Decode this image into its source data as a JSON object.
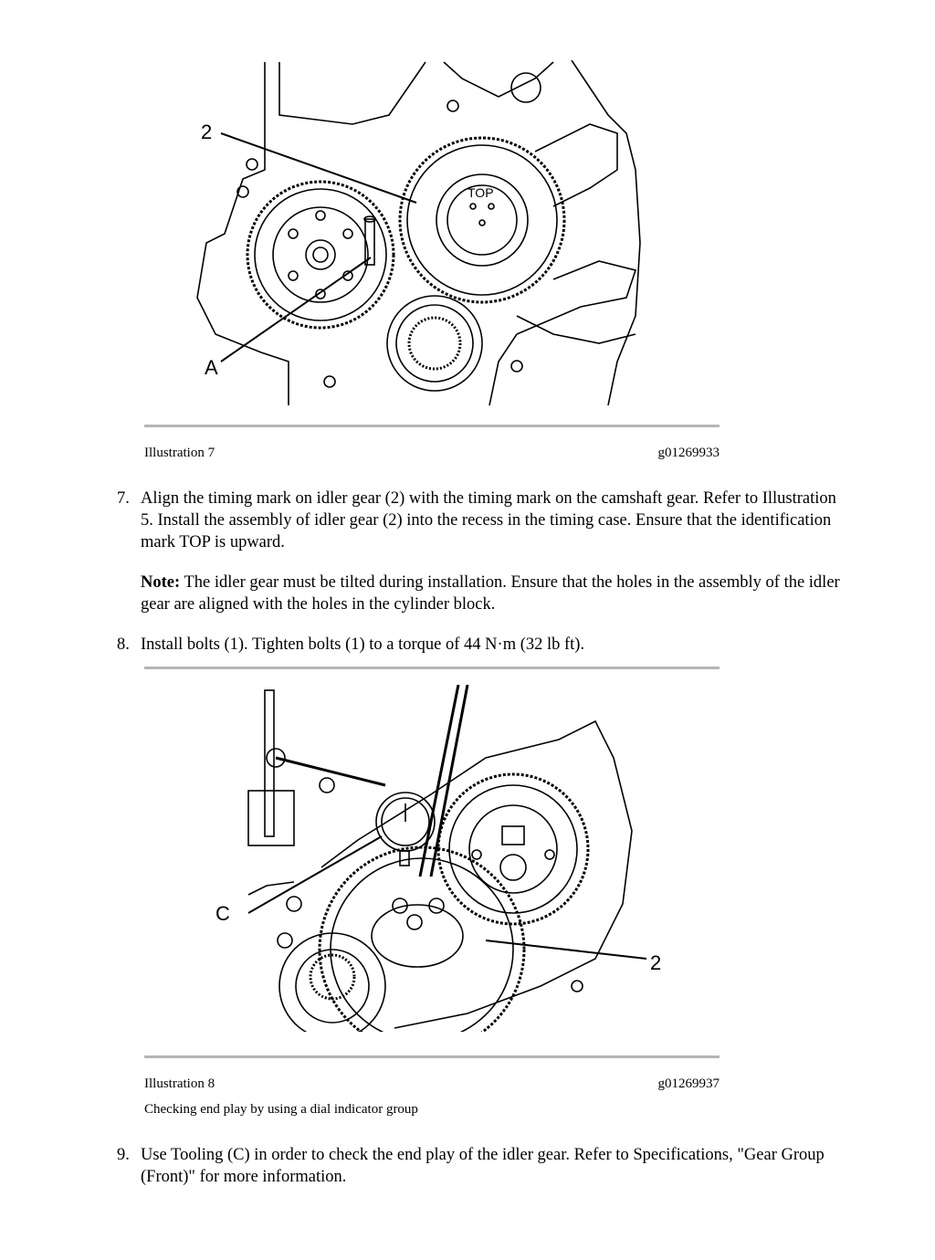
{
  "illustration7": {
    "label": "Illustration 7",
    "code": "g01269933",
    "callouts": {
      "two": "2",
      "a": "A",
      "top": "TOP"
    }
  },
  "step7": {
    "number": "7.",
    "text": "Align the timing mark on idler gear (2) with the timing mark on the camshaft gear. Refer to Illustration 5. Install the assembly of idler gear (2) into the recess in the timing case. Ensure that the identification mark TOP is upward."
  },
  "note": {
    "label": "Note:",
    "text": "The idler gear must be tilted during installation. Ensure that the holes in the assembly of the idler gear are aligned with the holes in the cylinder block."
  },
  "step8": {
    "number": "8.",
    "text": "Install bolts (1). Tighten bolts (1) to a torque of 44 N·m (32 lb ft)."
  },
  "illustration8": {
    "label": "Illustration 8",
    "code": "g01269937",
    "subcaption": "Checking end play by using a dial indicator group",
    "callouts": {
      "c": "C",
      "two": "2"
    }
  },
  "step9": {
    "number": "9.",
    "text": "Use Tooling (C) in order to check the end play of the idler gear. Refer to Specifications, \"Gear Group (Front)\" for more information."
  }
}
